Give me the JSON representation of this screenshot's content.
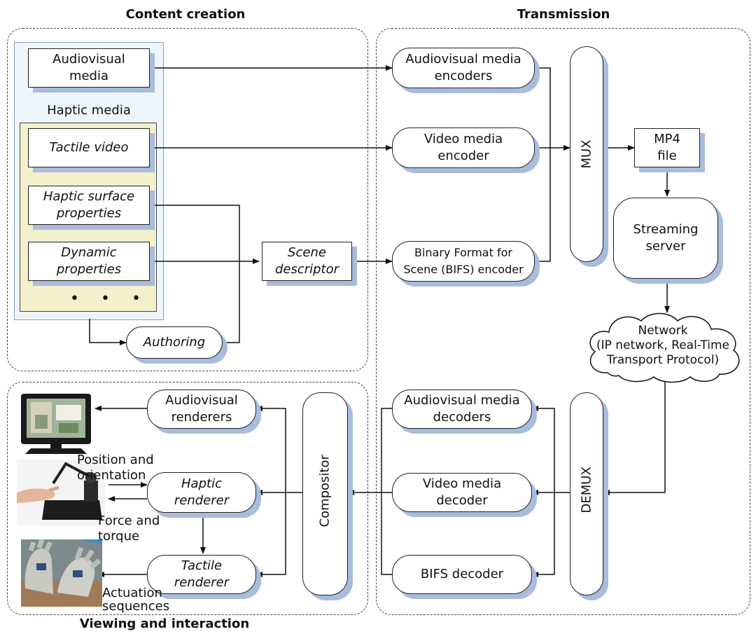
{
  "headings": {
    "content_creation": "Content creation",
    "transmission": "Transmission",
    "viewing": "Viewing and interaction"
  },
  "content": {
    "audiovisual_media": "Audiovisual\nmedia",
    "haptic_media": "Haptic media",
    "tactile_video": "Tactile video",
    "haptic_surface": "Haptic surface\nproperties",
    "dynamic_properties": "Dynamic\nproperties",
    "ellipsis": "• • •",
    "authoring": "Authoring",
    "scene_descriptor": "Scene\ndescriptor"
  },
  "transmission": {
    "av_encoders": "Audiovisual media\nencoders",
    "video_encoder": "Video media\nencoder",
    "bifs_encoder": "Binary Format for\nScene (BIFS) encoder",
    "mux": "MUX",
    "mp4": "MP4\nfile",
    "streaming": "Streaming\nserver",
    "network": "Network\n(IP network, Real-Time\nTransport Protocol)",
    "demux": "DEMUX",
    "av_decoders": "Audiovisual media\ndecoders",
    "video_decoder": "Video media\ndecoder",
    "bifs_decoder": "BIFS decoder"
  },
  "viewing": {
    "compositor": "Compositor",
    "av_renderers": "Audiovisual\nrenderers",
    "haptic_renderer": "Haptic\nrenderer",
    "tactile_renderer": "Tactile\nrenderer",
    "position": "Position and\norientation",
    "force": "Force and\ntorque",
    "actuation": "Actuation\nsequences"
  },
  "colors": {
    "shadow": "#a9bcdc",
    "haptic_outer_bg": "#eef5fb",
    "haptic_inner_bg": "#f3f0cc"
  }
}
